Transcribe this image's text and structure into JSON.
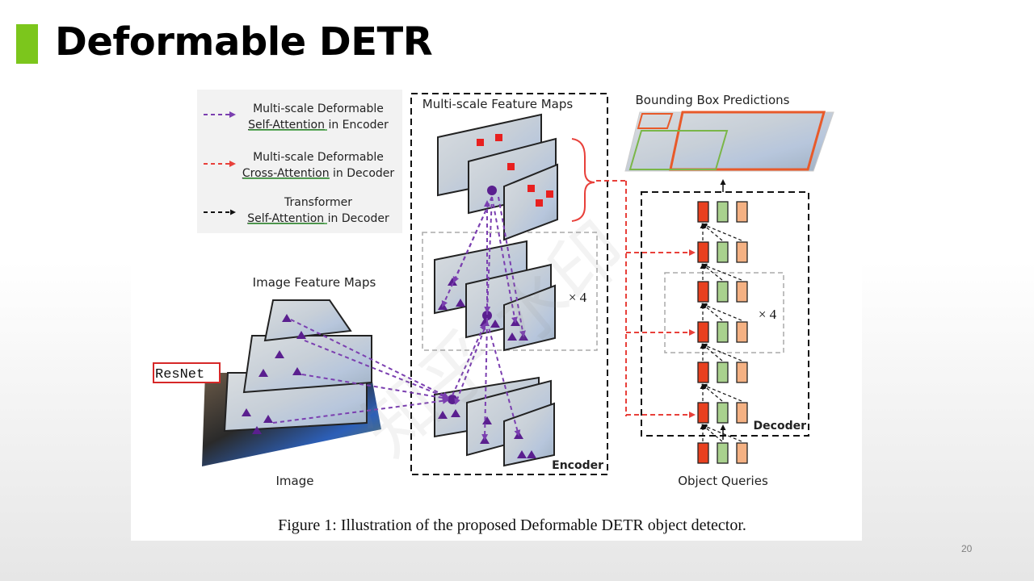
{
  "slide": {
    "title": "Deformable DETR",
    "page_number": "20",
    "accent_color": "#7cc61c"
  },
  "figure": {
    "legend": [
      {
        "line1": "Multi-scale Deformable",
        "line2_underlined": "Self-Attention",
        "line2_rest": " in Encoder",
        "arrow_color": "#7b3fb0"
      },
      {
        "line1": "Multi-scale Deformable",
        "line2_underlined": "Cross-Attention",
        "line2_rest": " in Decoder",
        "arrow_color": "#e8403a"
      },
      {
        "line1": "Transformer",
        "line2_underlined": "Self-Attention",
        "line2_rest": " in Decoder",
        "arrow_color": "#111111"
      }
    ],
    "labels": {
      "multiscale_feature_maps": "Multi-scale Feature Maps",
      "bounding_box_predictions": "Bounding Box Predictions",
      "image_feature_maps": "Image Feature Maps",
      "image": "Image",
      "object_queries": "Object Queries",
      "encoder": "Encoder",
      "decoder": "Decoder",
      "repeat_encoder": "× 4",
      "repeat_decoder": "× 4",
      "resnet": "ResNet"
    },
    "caption": "Figure 1: Illustration of the proposed Deformable DETR object detector.",
    "watermark": "知乎 水印",
    "colors": {
      "query_red": "#e8401f",
      "query_green": "#a9d18e",
      "query_peach": "#f4b183",
      "resnet_box": "#d62828",
      "purple": "#7030a0"
    }
  }
}
